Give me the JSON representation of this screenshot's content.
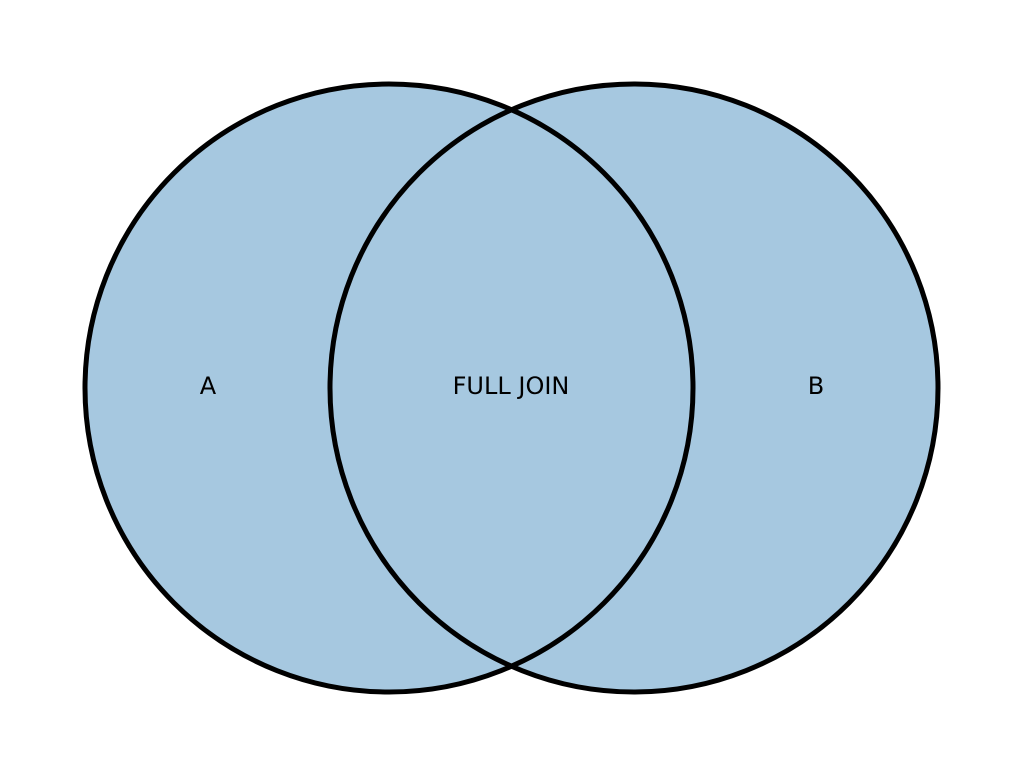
{
  "diagram": {
    "type": "venn",
    "fill_color": "#a6c8e0",
    "stroke_color": "#000000",
    "background_color": "#ffffff",
    "sets": [
      {
        "key": "a",
        "label": "A"
      },
      {
        "key": "b",
        "label": "B"
      }
    ],
    "intersection_label": "FULL JOIN"
  }
}
